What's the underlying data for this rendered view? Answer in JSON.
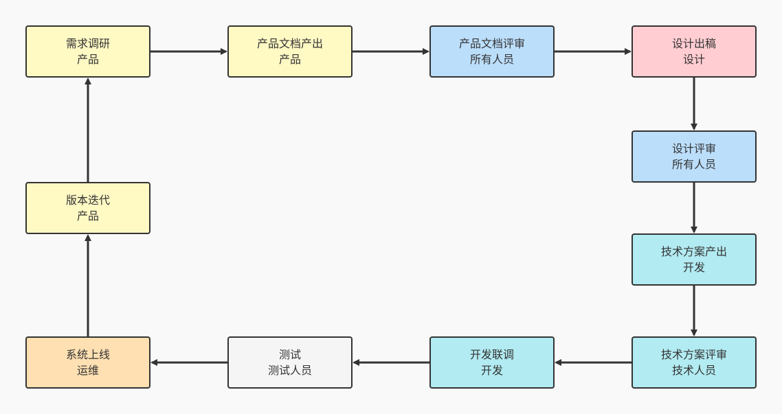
{
  "colors": {
    "background": "#f9f9f9",
    "stroke": "#333333",
    "product": "#fff9c4",
    "review": "#bbdefb",
    "design": "#ffcdd2",
    "dev": "#b2ebf2",
    "test": "#f5f5f5",
    "ops": "#ffe0b2"
  },
  "nodes": [
    {
      "id": "n1",
      "title": "需求调研",
      "role": "产品",
      "color": "product"
    },
    {
      "id": "n2",
      "title": "产品文档产出",
      "role": "产品",
      "color": "product"
    },
    {
      "id": "n3",
      "title": "产品文档评审",
      "role": "所有人员",
      "color": "review"
    },
    {
      "id": "n4",
      "title": "设计出稿",
      "role": "设计",
      "color": "design"
    },
    {
      "id": "n5",
      "title": "设计评审",
      "role": "所有人员",
      "color": "review"
    },
    {
      "id": "n6",
      "title": "技术方案产出",
      "role": "开发",
      "color": "dev"
    },
    {
      "id": "n7",
      "title": "技术方案评审",
      "role": "技术人员",
      "color": "dev"
    },
    {
      "id": "n8",
      "title": "开发联调",
      "role": "开发",
      "color": "dev"
    },
    {
      "id": "n9",
      "title": "测试",
      "role": "测试人员",
      "color": "test"
    },
    {
      "id": "n10",
      "title": "系统上线",
      "role": "运维",
      "color": "ops"
    },
    {
      "id": "n11",
      "title": "版本迭代",
      "role": "产品",
      "color": "product"
    }
  ]
}
